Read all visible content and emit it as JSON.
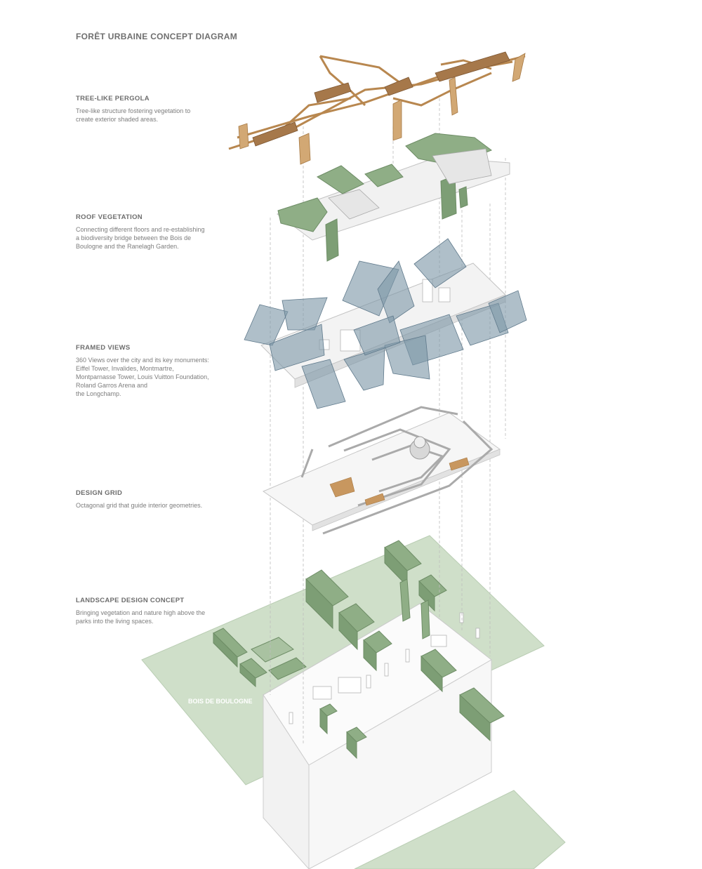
{
  "title": "FORÊT URBAINE CONCEPT DIAGRAM",
  "layers": [
    {
      "heading": "TREE-LIKE PERGOLA",
      "desc_lines": [
        "Tree-like structure fostering vegetation to",
        "create exterior shaded areas."
      ]
    },
    {
      "heading": "ROOF VEGETATION",
      "desc_lines": [
        "Connecting different floors and re-establishing",
        "a biodiversity bridge between the Bois de",
        "Boulogne and the Ranelagh Garden."
      ]
    },
    {
      "heading": "FRAMED VIEWS",
      "desc_lines": [
        "360 Views over the city and its key monuments:",
        "Eiffel Tower, Invalides, Montmartre,",
        "Montparnasse Tower, Louis Vuitton Foundation,",
        "Roland Garros Arena and",
        "the Longchamp."
      ]
    },
    {
      "heading": "DESIGN GRID",
      "desc_lines": [
        "Octagonal grid that guide interior geometries."
      ]
    },
    {
      "heading": "LANDSCAPE DESIGN CONCEPT",
      "desc_lines": [
        "Bringing vegetation and nature high above the",
        "parks into the living spaces."
      ]
    }
  ],
  "map_labels": {
    "park_left": "BOIS DE BOULOGNE"
  },
  "colors": {
    "wood": "#b8874f",
    "vegetation": "#8fae86",
    "glass": "#7e97a8",
    "ground": "#c9dcc4",
    "text": "#777777"
  }
}
